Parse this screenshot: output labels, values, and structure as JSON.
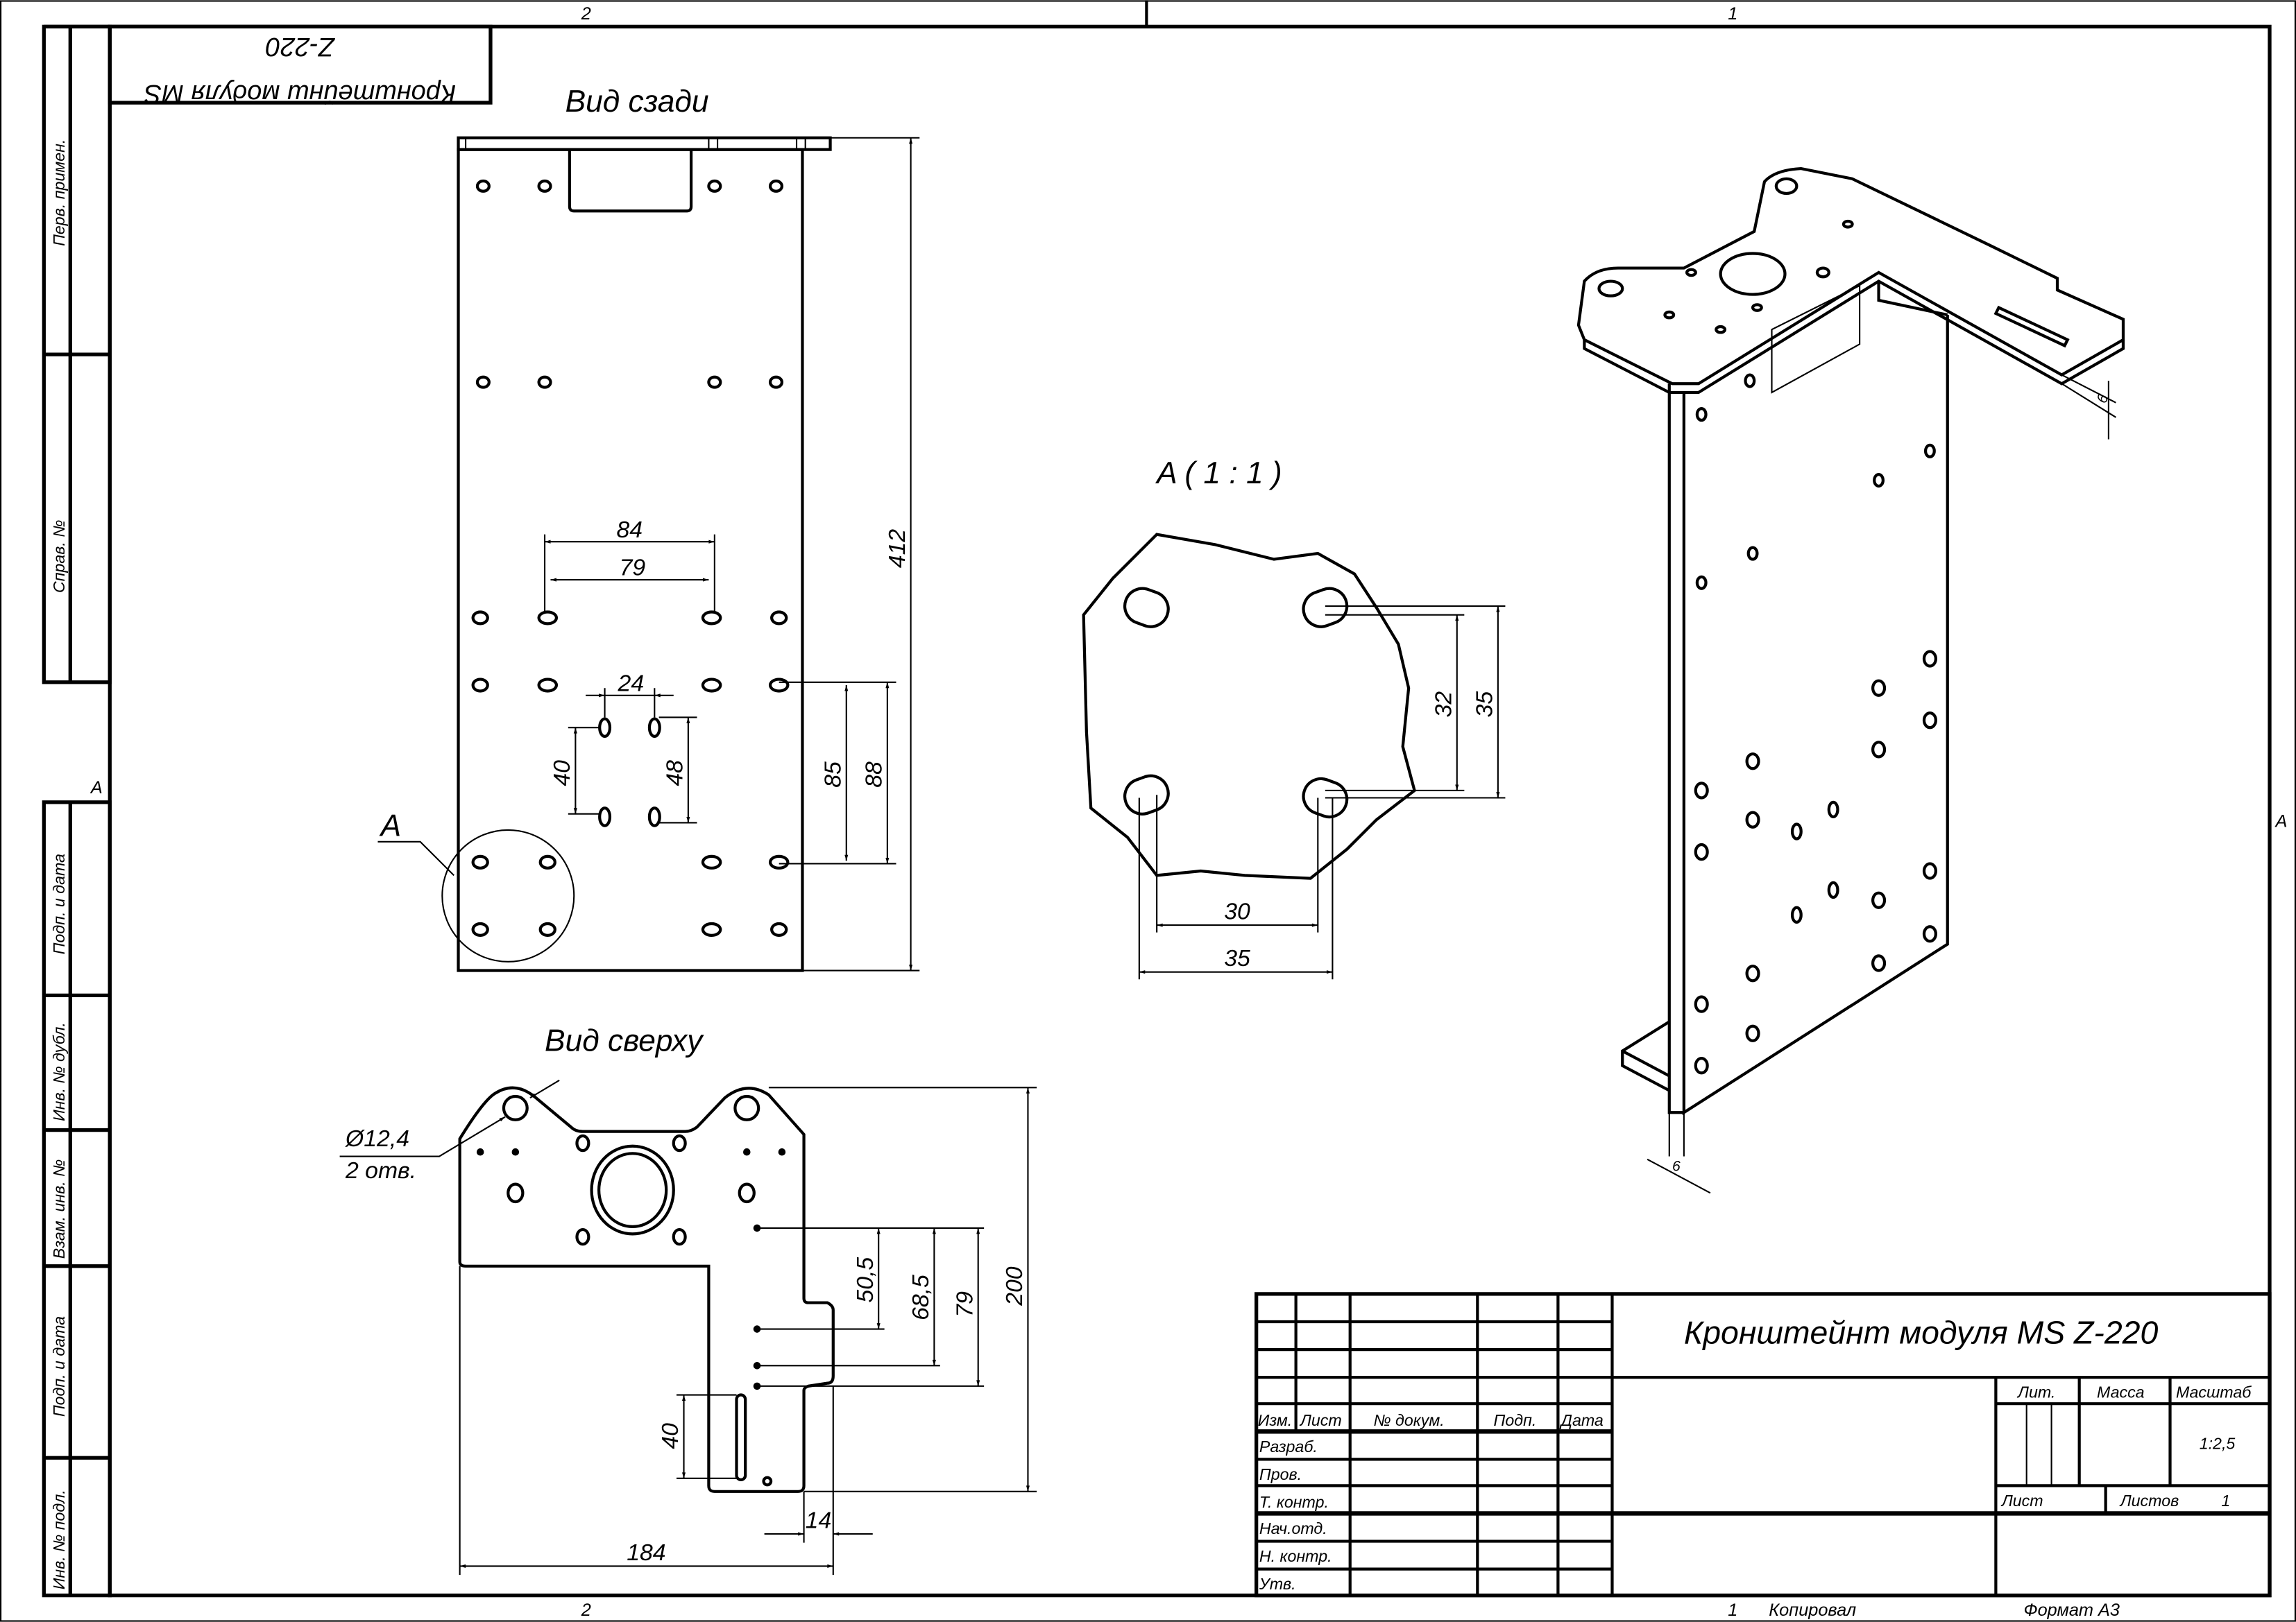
{
  "frame": {
    "zone_top_left": "2",
    "zone_top_right": "1",
    "zone_bottom_left": "2",
    "zone_bottom_right": "1",
    "zone_side_left": "A",
    "zone_side_right": "A",
    "copied_label": "Копировал",
    "format_label": "Формат А3"
  },
  "side_strip": [
    "Перв. примен.",
    "Справ. №",
    "Подп. и дата",
    "Инв. № дубл.",
    "Взам. инв. №",
    "Подп. и дата",
    "Инв. № подл."
  ],
  "rotated_code": {
    "line1": "Кронштейнш модуля MS",
    "line2": "Z-220"
  },
  "back_view": {
    "title": "Вид сзади",
    "dims": {
      "height": "412",
      "d84": "84",
      "d79": "79",
      "d24": "24",
      "d40": "40",
      "d48": "48",
      "d85": "85",
      "d88": "88"
    },
    "detail_marker": "A"
  },
  "detail_view": {
    "title": "A ( 1 : 1 )",
    "dims": {
      "d32": "32",
      "d35v": "35",
      "d30": "30",
      "d35h": "35"
    }
  },
  "top_view": {
    "title": "Вид сверху",
    "hole_callout": {
      "diameter": "Ø12,4",
      "count": "2 отв."
    },
    "dims": {
      "d50_5": "50,5",
      "d68_5": "68,5",
      "d79": "79",
      "d200": "200",
      "d40": "40",
      "d14": "14",
      "d184": "184"
    }
  },
  "iso_view": {
    "thickness_top": "6",
    "thickness_bottom": "6"
  },
  "title_block": {
    "title": "Кронштейнт модуля MS Z-220",
    "headers": [
      "Изм.",
      "Лист",
      "№ докум.",
      "Подп.",
      "Дата"
    ],
    "roles": [
      "Разраб.",
      "Пров.",
      "Т. контр.",
      "Нач.отд.",
      "Н. контр.",
      "Утв."
    ],
    "lit_label": "Лит.",
    "mass_label": "Масса",
    "scale_label": "Масштаб",
    "scale_value": "1:2,5",
    "sheet_label": "Лист",
    "sheets_label": "Листов",
    "sheets_value": "1"
  }
}
